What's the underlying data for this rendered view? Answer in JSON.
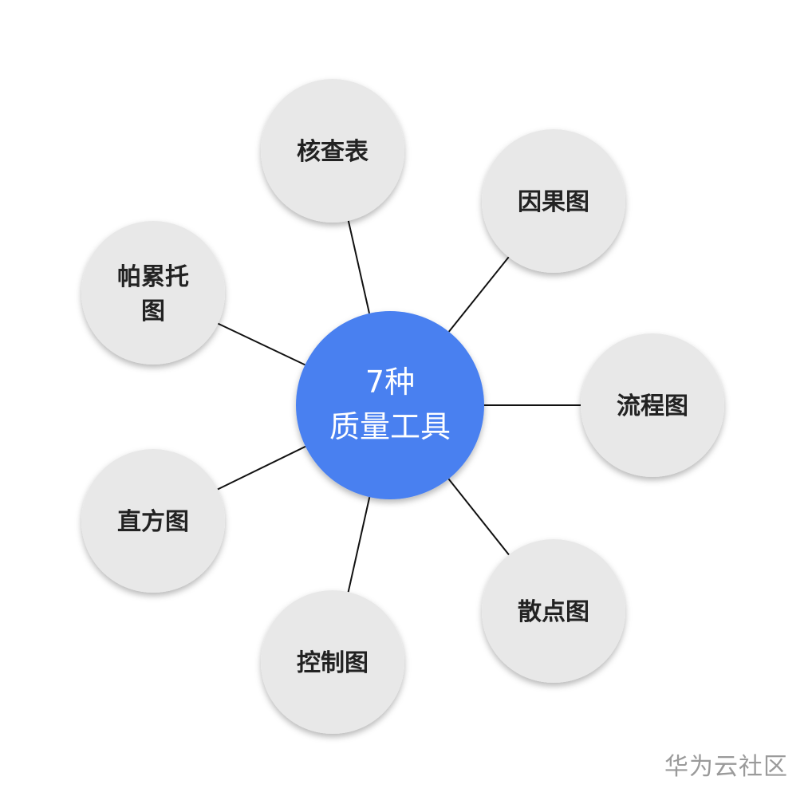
{
  "hub": {
    "line1": "7种",
    "line2": "质量工具",
    "color": "#4a80f0"
  },
  "nodes": [
    {
      "id": "check-sheet",
      "lines": [
        "核查表"
      ]
    },
    {
      "id": "cause-effect",
      "lines": [
        "因果图"
      ]
    },
    {
      "id": "flowchart",
      "lines": [
        "流程图"
      ]
    },
    {
      "id": "scatter",
      "lines": [
        "散点图"
      ]
    },
    {
      "id": "control-chart",
      "lines": [
        "控制图"
      ]
    },
    {
      "id": "histogram",
      "lines": [
        "直方图"
      ]
    },
    {
      "id": "pareto",
      "lines": [
        "帕累托",
        "图"
      ]
    }
  ],
  "node_color": "#e8e8e8",
  "line_color": "#111111",
  "watermark": "华为云社区"
}
